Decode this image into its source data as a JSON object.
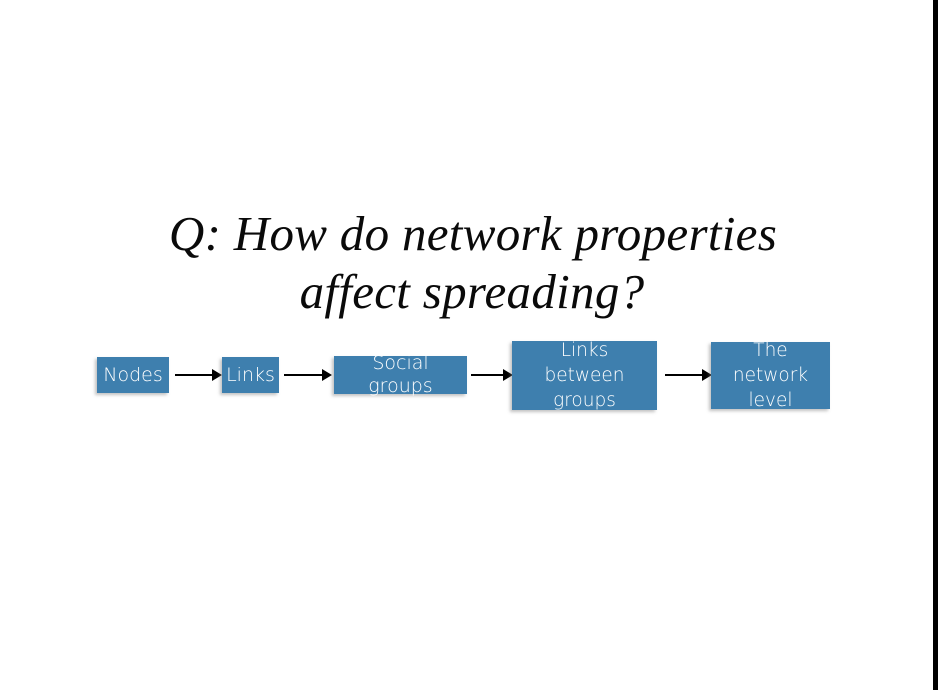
{
  "slide": {
    "background_color": "#ffffff",
    "accent_color": "#3e7fae",
    "title": {
      "line1": "Q: How do network properties",
      "line2": "affect spreading?"
    }
  },
  "flow": {
    "arrow_color": "#000000",
    "box_fill": "#3e7fae",
    "box_text_color": "#ffffff",
    "steps": [
      {
        "label": "Nodes"
      },
      {
        "label": "Links"
      },
      {
        "label": "Social groups"
      },
      {
        "label": "Links between groups"
      },
      {
        "label": "The network level"
      }
    ],
    "arrows": [
      {
        "from": "Nodes",
        "to": "Links"
      },
      {
        "from": "Links",
        "to": "Social groups"
      },
      {
        "from": "Social groups",
        "to": "Links between groups"
      },
      {
        "from": "Links between groups",
        "to": "The network level"
      }
    ]
  }
}
